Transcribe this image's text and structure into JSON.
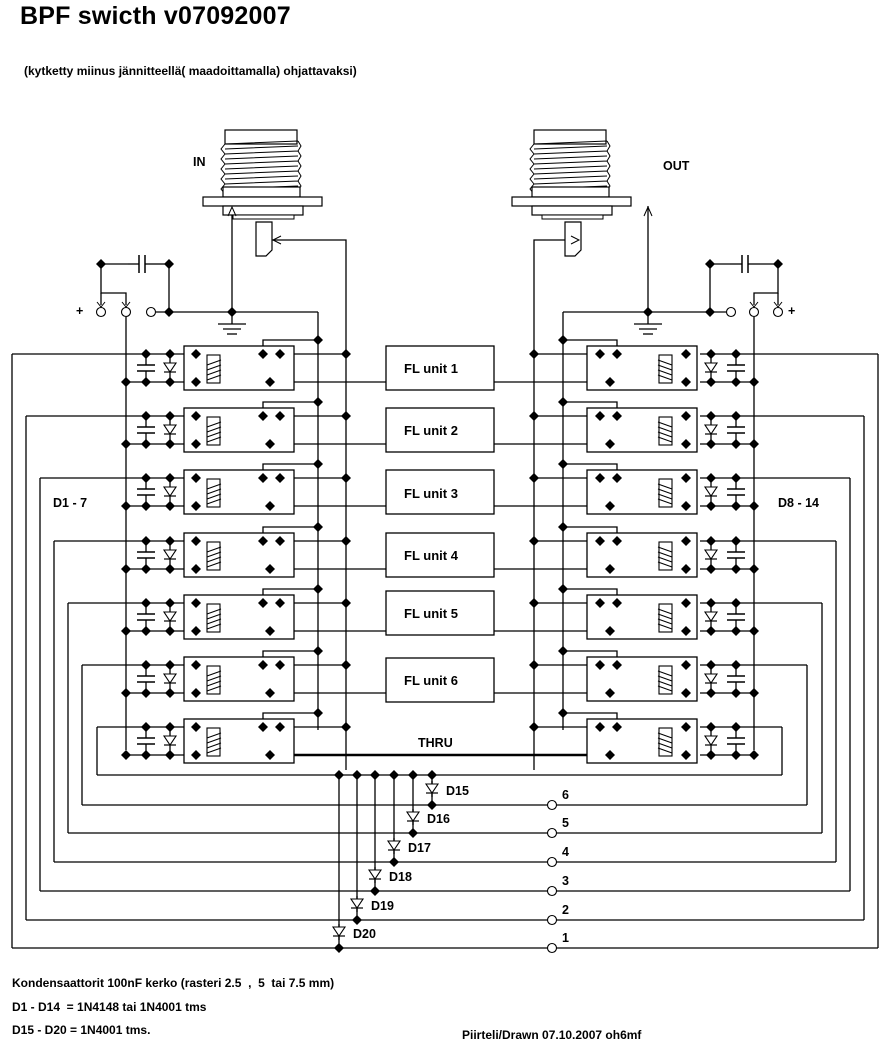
{
  "title": "BPF swicth v07092007",
  "subtitle": "(kytketty miinus jännitteellä( maadoittamalla) ohjattavaksi)",
  "connectors": {
    "input_label": "IN",
    "output_label": "OUT",
    "plus_left": "+",
    "plus_right": "+"
  },
  "filter_units": [
    {
      "label": "FL unit 1"
    },
    {
      "label": "FL unit 2"
    },
    {
      "label": "FL unit 3"
    },
    {
      "label": "FL unit 4"
    },
    {
      "label": "FL unit 5"
    },
    {
      "label": "FL unit 6"
    }
  ],
  "thru_label": "THRU",
  "diode_groups": {
    "left": "D1 - 7",
    "right": "D8 - 14"
  },
  "matrix_diodes": [
    "D15",
    "D16",
    "D17",
    "D18",
    "D19",
    "D20"
  ],
  "band_terminals": [
    "6",
    "5",
    "4",
    "3",
    "2",
    "1"
  ],
  "notes": {
    "capacitors": "Kondensaattorit 100nF kerko (rasteri 2.5  ,  5  tai 7.5 mm)",
    "d1_d14": "D1 - D14  = 1N4148 tai 1N4001 tms",
    "d15_d20": "D15 - D20 = 1N4001 tms.",
    "drawn": "Piirteli/Drawn 07.10.2007 oh6mf"
  },
  "colors": {
    "ink": "#000000",
    "paper": "#ffffff"
  }
}
